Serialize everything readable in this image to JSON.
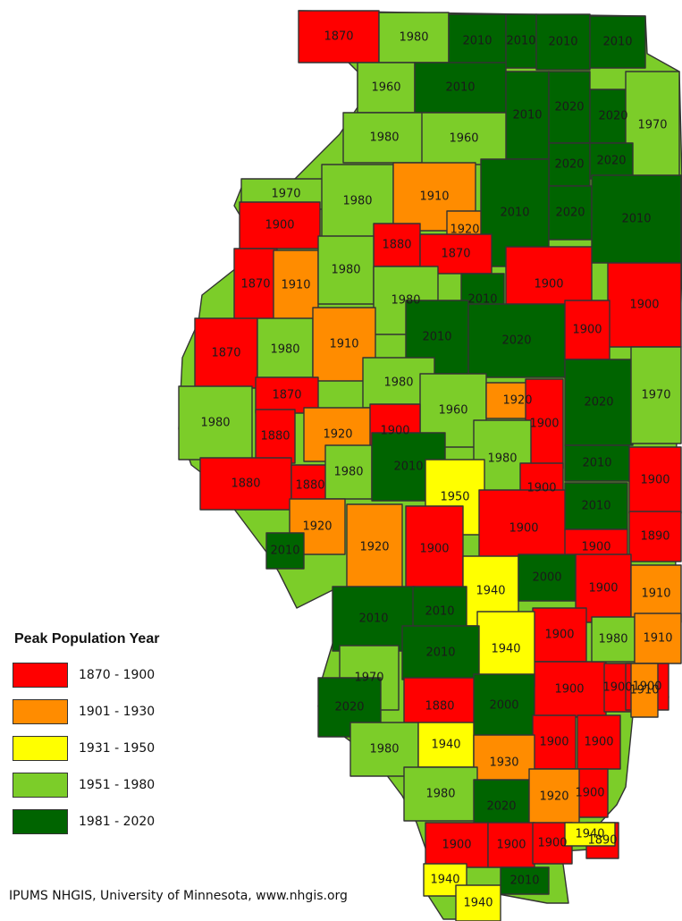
{
  "legend": {
    "title": "Peak Population Year",
    "items": [
      {
        "label": "1870 - 1900",
        "color": "#ff0000"
      },
      {
        "label": "1901 - 1930",
        "color": "#ff8c00"
      },
      {
        "label": "1931 - 1950",
        "color": "#ffff00"
      },
      {
        "label": "1951 - 1980",
        "color": "#7ccd29"
      },
      {
        "label": "1981 - 2020",
        "color": "#006400"
      }
    ]
  },
  "source": "IPUMS NHGIS, University of Minnesota, www.nhgis.org",
  "counties": [
    "1870",
    "1980",
    "2010",
    "2010",
    "2010",
    "2010",
    "1960",
    "2010",
    "2010",
    "2020",
    "2020",
    "1970",
    "1980",
    "1960",
    "2020",
    "2020",
    "1970",
    "1980",
    "1910",
    "1920",
    "2010",
    "2020",
    "1900",
    "1880",
    "1870",
    "2010",
    "1870",
    "1910",
    "1980",
    "1980",
    "1900",
    "1900",
    "2010",
    "1870",
    "1980",
    "1910",
    "2010",
    "2020",
    "1900",
    "1980",
    "1870",
    "1980",
    "1960",
    "1920",
    "2020",
    "1970",
    "1880",
    "1920",
    "1900",
    "1900",
    "1980",
    "1880",
    "1880",
    "1980",
    "2010",
    "1900",
    "2010",
    "1900",
    "1950",
    "1900",
    "2010",
    "1900",
    "1890",
    "1920",
    "1920",
    "1900",
    "1900",
    "2010",
    "1940",
    "2000",
    "1900",
    "1910",
    "2010",
    "2010",
    "1900",
    "1980",
    "1910",
    "1940",
    "2010",
    "1900",
    "1970",
    "1900",
    "1900",
    "1910",
    "1880",
    "2000",
    "2020",
    "1980",
    "1940",
    "1900",
    "1900",
    "1930",
    "1980",
    "2020",
    "1920",
    "1900",
    "1900",
    "1900",
    "1890",
    "1940",
    "1940",
    "2010",
    "1940"
  ]
}
